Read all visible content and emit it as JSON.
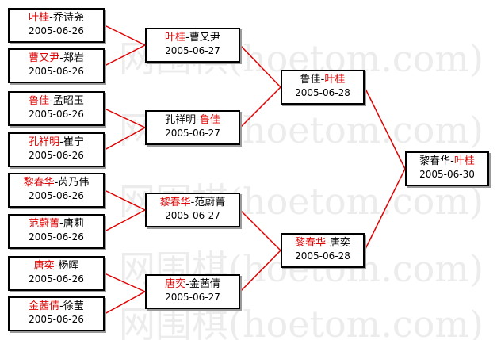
{
  "watermark": "网围棋(hoetom.com)",
  "colors": {
    "winner": "#e00000",
    "line": "#e00000",
    "border": "#000000"
  },
  "matches": [
    {
      "id": "r1m1",
      "p1": "叶桂",
      "p2": "乔诗尧",
      "winner": 1,
      "date": "2005-06-26"
    },
    {
      "id": "r1m2",
      "p1": "曹又尹",
      "p2": "郑岩",
      "winner": 1,
      "date": "2005-06-26"
    },
    {
      "id": "r1m3",
      "p1": "鲁佳",
      "p2": "孟昭玉",
      "winner": 1,
      "date": "2005-06-26"
    },
    {
      "id": "r1m4",
      "p1": "孔祥明",
      "p2": "崔宁",
      "winner": 1,
      "date": "2005-06-26"
    },
    {
      "id": "r1m5",
      "p1": "黎春华",
      "p2": "芮乃伟",
      "winner": 1,
      "date": "2005-06-26"
    },
    {
      "id": "r1m6",
      "p1": "范蔚菁",
      "p2": "唐莉",
      "winner": 1,
      "date": "2005-06-26"
    },
    {
      "id": "r1m7",
      "p1": "唐奕",
      "p2": "杨晖",
      "winner": 1,
      "date": "2005-06-26"
    },
    {
      "id": "r1m8",
      "p1": "金茜倩",
      "p2": "徐莹",
      "winner": 1,
      "date": "2005-06-26"
    },
    {
      "id": "r2m1",
      "p1": "叶桂",
      "p2": "曹又尹",
      "winner": 1,
      "date": "2005-06-27"
    },
    {
      "id": "r2m2",
      "p1": "孔祥明",
      "p2": "鲁佳",
      "winner": 2,
      "date": "2005-06-27"
    },
    {
      "id": "r2m3",
      "p1": "黎春华",
      "p2": "范蔚菁",
      "winner": 1,
      "date": "2005-06-27"
    },
    {
      "id": "r2m4",
      "p1": "唐奕",
      "p2": "金茜倩",
      "winner": 1,
      "date": "2005-06-27"
    },
    {
      "id": "r3m1",
      "p1": "鲁佳",
      "p2": "叶桂",
      "winner": 2,
      "date": "2005-06-28"
    },
    {
      "id": "r3m2",
      "p1": "黎春华",
      "p2": "唐奕",
      "winner": 1,
      "date": "2005-06-28"
    },
    {
      "id": "final",
      "p1": "黎春华",
      "p2": "叶桂",
      "winner": 2,
      "date": "2005-06-30"
    }
  ]
}
